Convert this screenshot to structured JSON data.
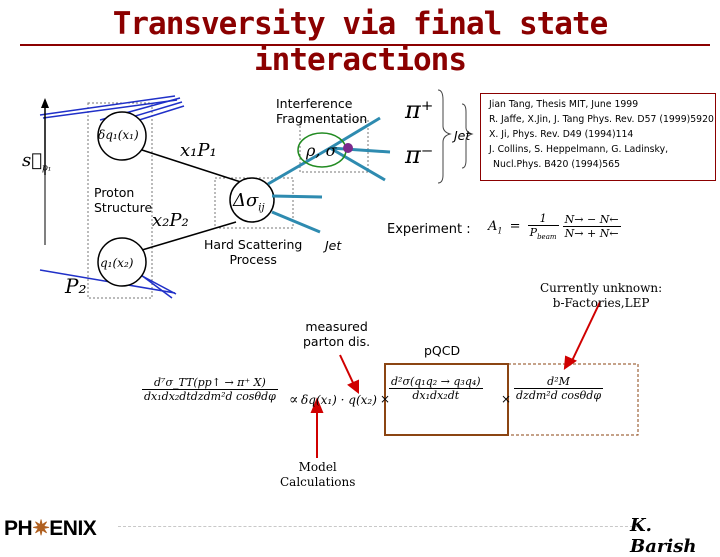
{
  "title": "Transversity via final state interactions",
  "diagram": {
    "interference_label": "Interference\nFragmentation",
    "jet_upper": "Jet",
    "jet_lower": "Jet",
    "proton_structure": "Proton\nStructure",
    "hard_scattering": "Hard Scattering\nProcess",
    "pi_plus": "π⁺",
    "pi_minus": "π⁻",
    "rho_sigma": "ρ, σ",
    "x1P1": "x₁P₁",
    "x2P2": "x₂P₂",
    "P2": "P₂",
    "spin": "s⃗",
    "spin_sub": "p₁",
    "delta_q1": "δq₁(x₁)",
    "q1x2": "q₁(x₂)",
    "delta_sigma": "Δσ",
    "delta_sigma_sub": "ij"
  },
  "references": [
    "Jian Tang, Thesis MIT, June 1999",
    "R. Jaffe, X.Jin, J. Tang Phys. Rev. D57 (1999)5920",
    "X. Ji, Phys. Rev. D49 (1994)114",
    "J. Collins, S. Heppelmann, G. Ladinsky,",
    "Nucl.Phys. B420 (1994)565"
  ],
  "experiment": {
    "label": "Experiment :",
    "lhs": "A",
    "lhs_sub": "1",
    "eq": "=",
    "coef_num": "1",
    "coef_den": "P",
    "coef_den_sub": "beam",
    "frac_num": "N→ − N←",
    "frac_den": "N→ + N←"
  },
  "annotations": {
    "currently_unknown": "Currently unknown:\nb-Factories,LEP",
    "measured": "measured\nparton dis.",
    "pqcd": "pQCD",
    "model": "Model\nCalculations"
  },
  "equation": {
    "lhs_num": "d⁷σ_TT(pp↑ → π⁺ X)",
    "lhs_den": "dx₁dx₂dtdzdm²d cosθdφ",
    "propto": "∝",
    "pdf_term": "δq(x₁) · q(x₂)",
    "times": "×",
    "hard_num": "d²σ(q₁q₂ → q₃q₄)",
    "hard_den": "dx₁dx₂dt",
    "frag_num": "d²M",
    "frag_den": "dzdm²d cosθdφ"
  },
  "footer": {
    "logo_left": "PH",
    "logo_right": "ENIX",
    "author": "K. Barish"
  },
  "colors": {
    "title": "#8b0000",
    "box": "#8b0000",
    "beam": "#2030c8",
    "arrow": "#d00000",
    "ellipse": "#228b22",
    "dot": "#7b2a8c"
  }
}
